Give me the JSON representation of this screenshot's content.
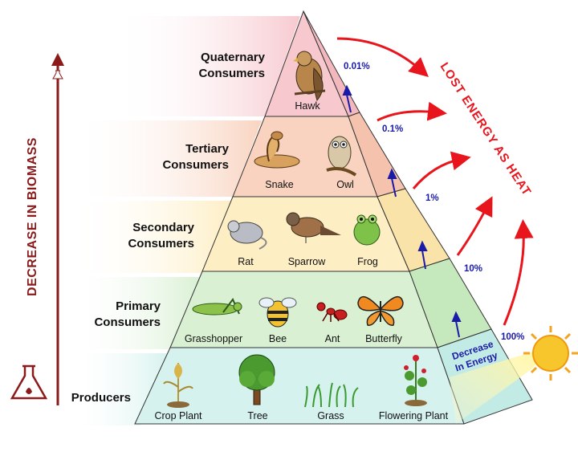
{
  "title_vertical": "DECREASE IN BIOMASS",
  "heat_label": "LOST ENERGY AS HEAT",
  "energy_label": [
    "Decrease",
    "In Energy"
  ],
  "levels": [
    {
      "name": [
        "Quaternary",
        "Consumers"
      ],
      "organisms": [
        "Hawk"
      ],
      "percent": "0.01%"
    },
    {
      "name": [
        "Tertiary",
        "Consumers"
      ],
      "organisms": [
        "Snake",
        "Owl"
      ],
      "percent": "0.1%"
    },
    {
      "name": [
        "Secondary",
        "Consumers"
      ],
      "organisms": [
        "Rat",
        "Sparrow",
        "Frog"
      ],
      "percent": "1%"
    },
    {
      "name": [
        "Primary",
        "Consumers"
      ],
      "organisms": [
        "Grasshopper",
        "Bee",
        "Ant",
        "Butterfly"
      ],
      "percent": "10%"
    },
    {
      "name": [
        "Producers"
      ],
      "organisms": [
        "Crop Plant",
        "Tree",
        "Grass",
        "Flowering Plant"
      ],
      "percent": "100%"
    }
  ],
  "colors": {
    "quaternary": "#f7c9cf",
    "tertiary": "#f9d3c0",
    "secondary": "#fdeec4",
    "primary": "#d9f0d3",
    "producers": "#d6f2ee",
    "heat_red": "#e8151d",
    "biomass_red": "#8b1a1a",
    "energy_blue": "#1a1aa8"
  },
  "icons": [
    "hawk-icon",
    "snake-icon",
    "owl-icon",
    "rat-icon",
    "sparrow-icon",
    "frog-icon",
    "grasshopper-icon",
    "bee-icon",
    "ant-icon",
    "butterfly-icon",
    "crop-plant-icon",
    "tree-icon",
    "grass-icon",
    "flowering-plant-icon",
    "sun-icon",
    "flask-logo-icon"
  ]
}
